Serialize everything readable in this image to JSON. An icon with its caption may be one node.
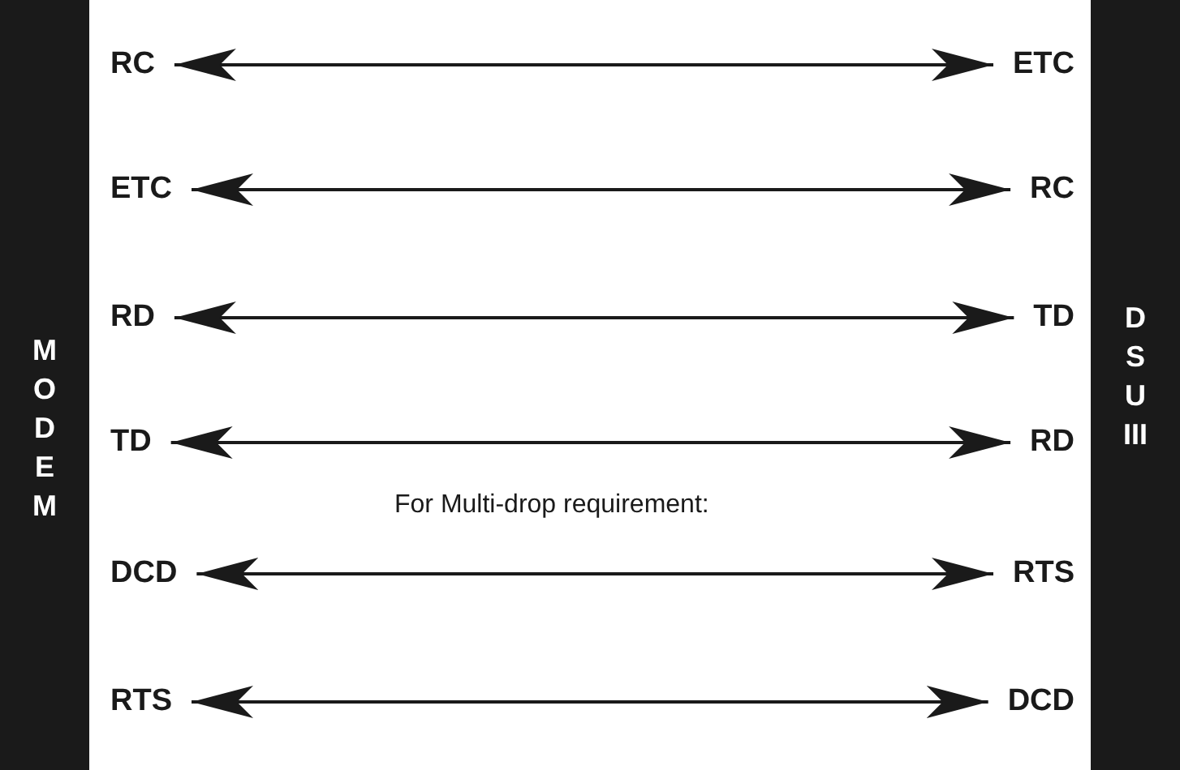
{
  "diagram": {
    "nodes": [
      {
        "text": [
          "MODEM"
        ]
      },
      {
        "text": [
          "DSU III"
        ]
      },
      {
        "text": [
          "RC"
        ]
      },
      {
        "text": [
          "ETC"
        ]
      },
      {
        "text": [
          "ETC"
        ]
      },
      {
        "text": [
          "RC"
        ]
      },
      {
        "text": [
          "RD"
        ]
      },
      {
        "text": [
          "TD"
        ]
      },
      {
        "text": [
          "TD"
        ]
      },
      {
        "text": [
          "RD"
        ]
      },
      {
        "text": [
          "DCD"
        ]
      },
      {
        "text": [
          "RTS"
        ]
      },
      {
        "text": [
          "RTS"
        ]
      },
      {
        "text": [
          "DCD"
        ]
      }
    ],
    "edges": [
      {
        "from": 2,
        "to": 3,
        "arrow": "both"
      },
      {
        "from": 4,
        "to": 5,
        "arrow": "both"
      },
      {
        "from": 6,
        "to": 7,
        "arrow": "both"
      },
      {
        "from": 8,
        "to": 9,
        "arrow": "both"
      },
      {
        "from": 10,
        "to": 11,
        "arrow": "both"
      },
      {
        "from": 12,
        "to": 13,
        "arrow": "both"
      }
    ],
    "labels": [
      "For Multi-drop requirement:"
    ]
  }
}
